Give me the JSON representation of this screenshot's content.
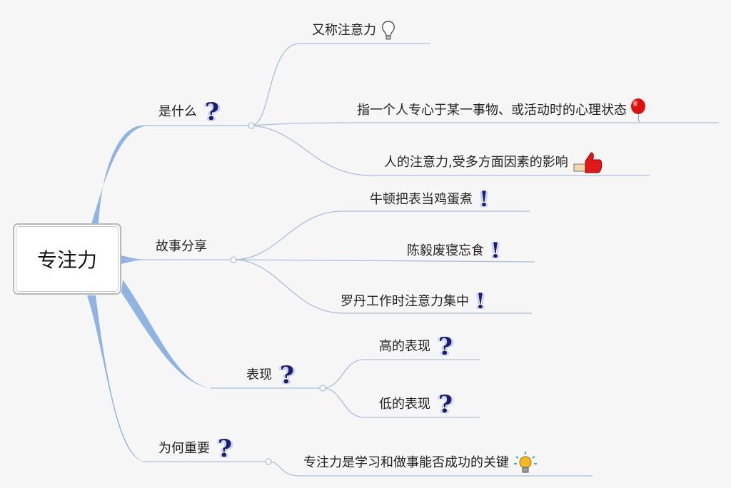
{
  "root": {
    "label": "专注力"
  },
  "branches": [
    {
      "label": "是什么",
      "icon": "question-icon",
      "children": [
        {
          "label": "又称注意力",
          "icon": "lightbulb-icon"
        },
        {
          "label": "指一个人专心于某一事物、或活动时的心理状态",
          "icon": "balloon-icon"
        },
        {
          "label": "人的注意力,受多方面因素的影响",
          "icon": "thumbs-up-icon"
        }
      ]
    },
    {
      "label": "故事分享",
      "children": [
        {
          "label": "牛顿把表当鸡蛋煮",
          "icon": "exclamation-icon"
        },
        {
          "label": "陈毅废寝忘食",
          "icon": "exclamation-icon"
        },
        {
          "label": "罗丹工作时注意力集中",
          "icon": "exclamation-icon"
        }
      ]
    },
    {
      "label": "表现",
      "icon": "question-icon",
      "children": [
        {
          "label": "高的表现",
          "icon": "question-icon"
        },
        {
          "label": "低的表现",
          "icon": "question-icon"
        }
      ]
    },
    {
      "label": "为何重要",
      "icon": "question-icon",
      "children": [
        {
          "label": "专注力是学习和做事能否成功的关键",
          "icon": "idea-bulb-icon"
        }
      ]
    }
  ],
  "glyphs": {
    "question": "?",
    "exclamation": "!"
  },
  "colors": {
    "main_branch": "#8fb3e3",
    "sub_branch": "#a9bfdc",
    "icon_dark": "#1e1a6e"
  }
}
